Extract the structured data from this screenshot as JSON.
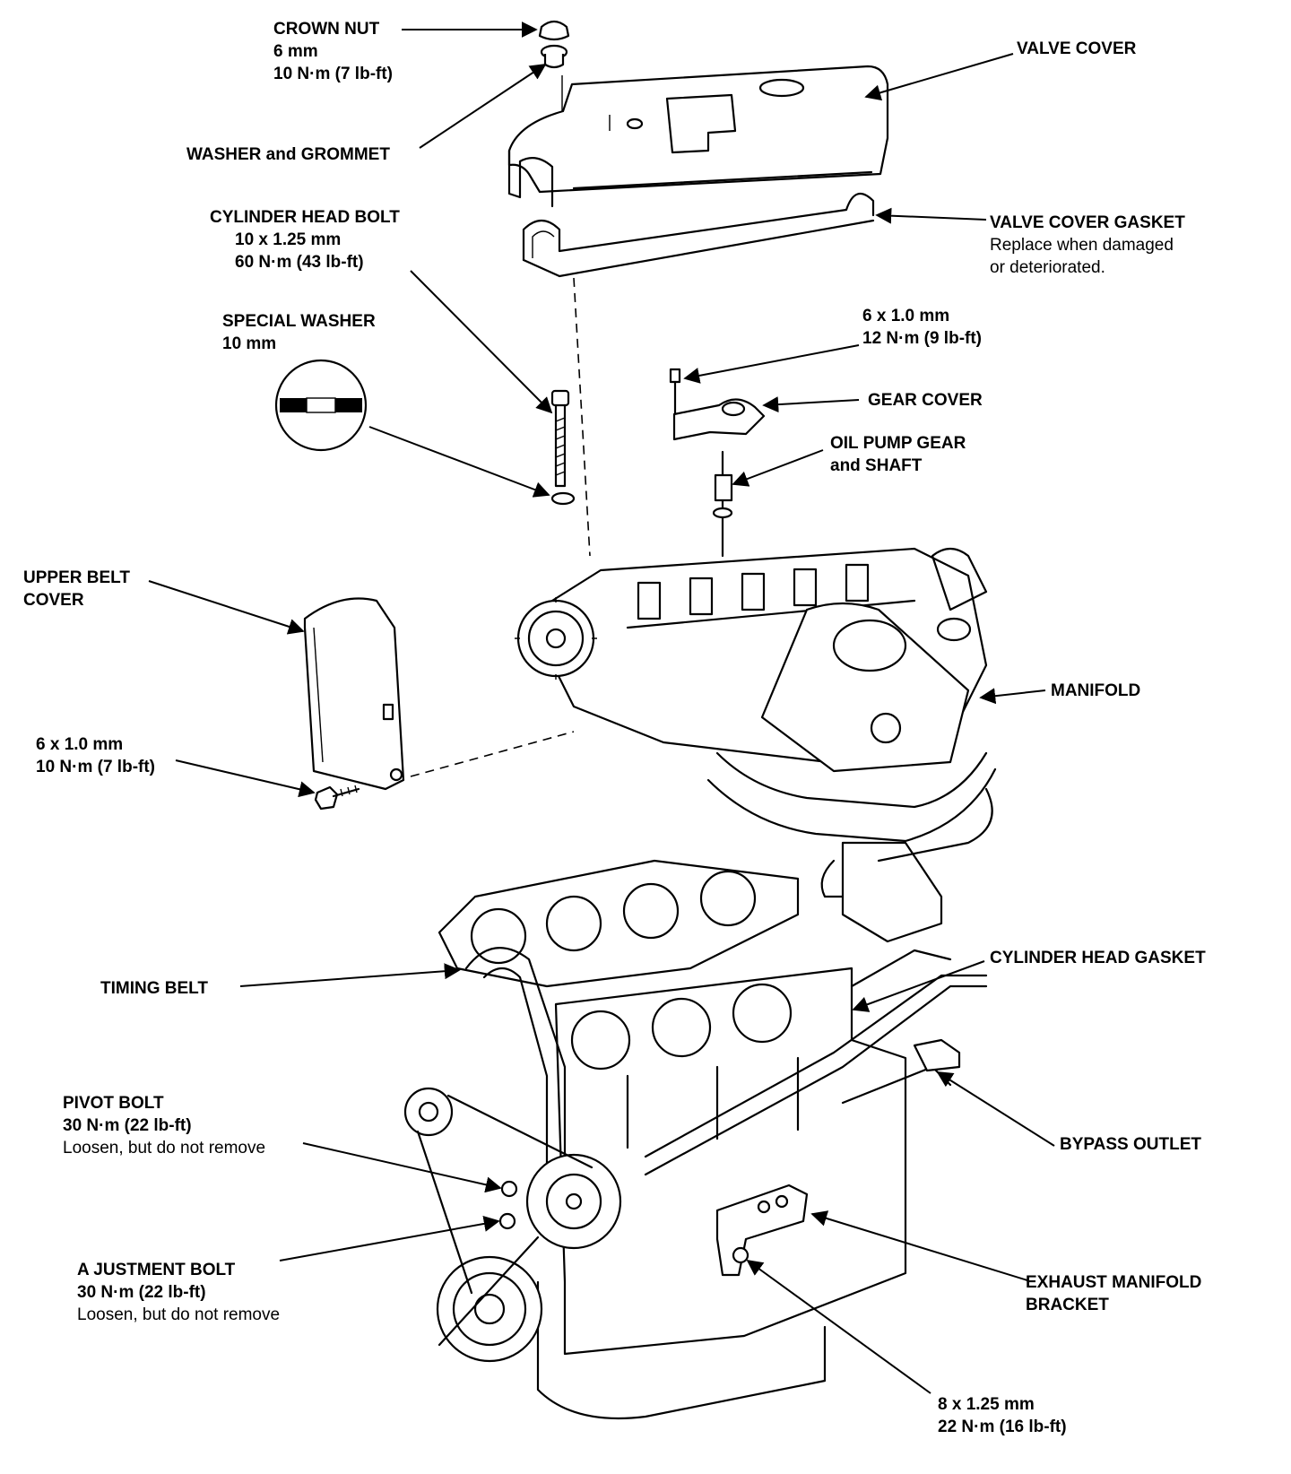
{
  "labels": {
    "crown_nut": {
      "title": "CROWN NUT",
      "spec1": "6 mm",
      "spec2": "10 N·m (7 lb-ft)"
    },
    "washer_grommet": {
      "title": "WASHER and GROMMET"
    },
    "valve_cover": {
      "title": "VALVE COVER"
    },
    "cylinder_head_bolt": {
      "title": "CYLINDER HEAD BOLT",
      "spec1": "10 x 1.25 mm",
      "spec2": "60 N·m (43 lb-ft)"
    },
    "valve_cover_gasket": {
      "title": "VALVE COVER GASKET",
      "note1": "Replace when damaged",
      "note2": "or deteriorated."
    },
    "special_washer": {
      "title": "SPECIAL WASHER",
      "spec1": "10 mm"
    },
    "gear_cover_bolt": {
      "spec1": "6 x 1.0 mm",
      "spec2": "12 N·m (9 lb-ft)"
    },
    "gear_cover": {
      "title": "GEAR COVER"
    },
    "oil_pump_gear": {
      "title1": "OIL PUMP GEAR",
      "title2": "and SHAFT"
    },
    "upper_belt_cover": {
      "title1": "UPPER BELT",
      "title2": "COVER"
    },
    "manifold": {
      "title": "MANIFOLD"
    },
    "belt_cover_bolt": {
      "spec1": "6 x 1.0 mm",
      "spec2": "10 N·m (7 lb-ft)"
    },
    "timing_belt": {
      "title": "TIMING BELT"
    },
    "cylinder_head_gasket": {
      "title": "CYLINDER HEAD GASKET"
    },
    "pivot_bolt": {
      "title": "PIVOT BOLT",
      "spec1": "30 N·m (22 lb-ft)",
      "note1": "Loosen, but do not remove"
    },
    "bypass_outlet": {
      "title": "BYPASS OUTLET"
    },
    "adjustment_bolt": {
      "title": "A  JUSTMENT BOLT",
      "spec1": "30 N·m (22 lb-ft)",
      "note1": "Loosen, but do not remove"
    },
    "exhaust_manifold_bracket": {
      "title1": "EXHAUST MANIFOLD",
      "title2": "BRACKET"
    },
    "bracket_bolt": {
      "spec1": "8 x 1.25 mm",
      "spec2": "22 N·m (16 lb-ft)"
    }
  }
}
